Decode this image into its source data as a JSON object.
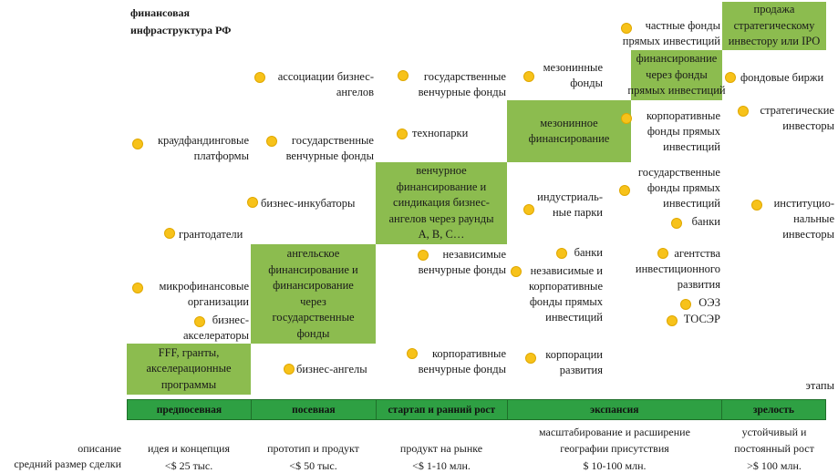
{
  "title": "финансовая\nинфраструктура РФ",
  "stages_label": "этапы",
  "stages": [
    "предпосевная",
    "посевная",
    "стартап и ранний рост",
    "экспансия",
    "зрелость"
  ],
  "financing_boxes": [
    "FFF, гранты,\nакселерационные\nпрограммы",
    "ангельское\nфинансирование и\nфинансирование\nчерез\nгосударственные\nфонды",
    "венчурное\nфинансирование и\nсиндикация бизнес-\nангелов через раунды\nA, B, C…",
    "мезонинное\nфинансирование",
    "финансирование\nчерез фонды\nпрямых инвестиций",
    "продажа\nстратегическому\nинвестору или IPO"
  ],
  "institutions": [
    "ассоциации бизнес-\nангелов",
    "государственные\nвенчурные фонды",
    "краудфандинговые\nплатформы",
    "государственные\nвенчурные фонды",
    "технопарки",
    "бизнес-инкубаторы",
    "грантодатели",
    "микрофинансовые\nорганизации",
    "бизнес-\nакселераторы",
    "бизнес-ангелы",
    "независимые\nвенчурные фонды",
    "корпоративные\nвенчурные фонды",
    "мезонинные\nфонды",
    "индустриаль-\nные парки",
    "банки",
    "независимые и\nкорпоративные\nфонды прямых\nинвестиций",
    "корпорации\nразвития",
    "частные фонды\nпрямых инвестиций",
    "корпоративные\nфонды прямых\nинвестиций",
    "государственные\nфонды прямых\nинвестиций",
    "банки",
    "агентства\nинвестиционного\nразвития",
    "ОЭЗ",
    "ТОСЭР",
    "фондовые биржи",
    "стратегические\nинвесторы",
    "институцио-\nнальные\nинвесторы"
  ],
  "description": {
    "label": "описание",
    "values": [
      "идея и концепция",
      "прототип и продукт",
      "продукт на рынке",
      "масштабирование и расширение\nгеографии присутствия",
      "устойчивый и\nпостоянный рост"
    ]
  },
  "deal_size": {
    "label": "средний размер сделки",
    "values": [
      "<$ 25 тыс.",
      "<$ 50 тыс.",
      "<$ 1-10 млн.",
      "$ 10-100 млн.",
      ">$ 100 млн."
    ]
  },
  "colors": {
    "box": "#8cbc4f",
    "stage_bar": "#2ea043",
    "dot": "#f7c21a"
  }
}
